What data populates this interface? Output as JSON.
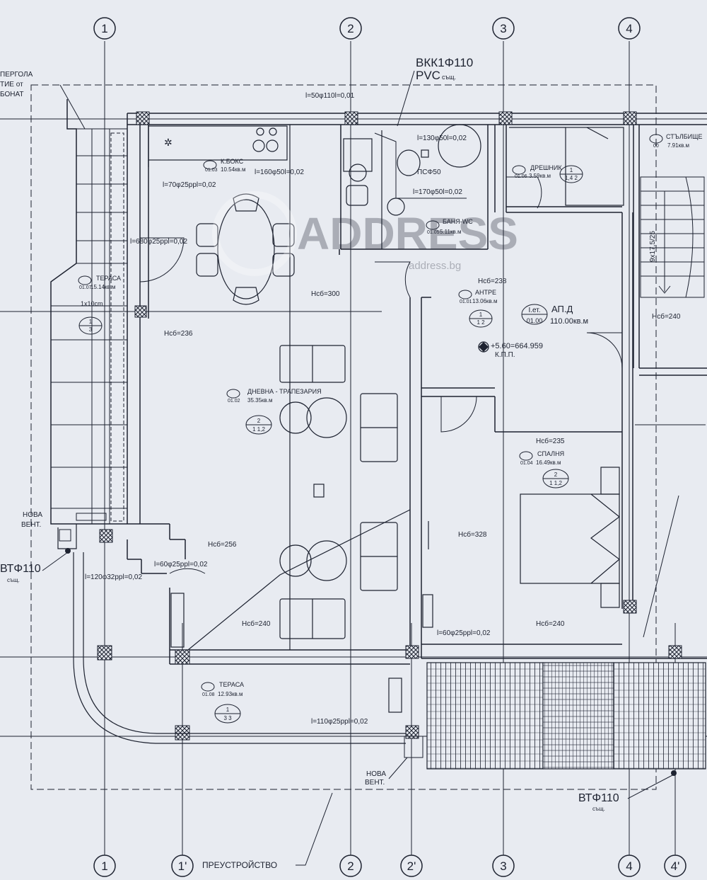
{
  "grid_axes": {
    "top": [
      "1",
      "2",
      "3",
      "4"
    ],
    "bottom": [
      "1",
      "1'",
      "2",
      "2'",
      "3",
      "4",
      "4'"
    ]
  },
  "pipes": {
    "main_riser": "ВКК1Φ110",
    "main_riser_material": "PVC",
    "main_riser_suffix": "същ.",
    "left_riser": "ВТΦ110",
    "left_riser_suffix": "същ.",
    "right_riser": "ВТΦ110",
    "right_riser_suffix": "същ.",
    "slopes": [
      "l=50φ110l=0,01",
      "l=130φ50l=0,02",
      "l=160φ50l=0,02",
      "l=170φ50l=0,02",
      "l=70φ25ppl=0,02",
      "l=680φ25ppl=0,02",
      "l=60φ25ppl=0,02",
      "l=120φ32ppl=0,02",
      "l=60φ25ppl=0,02",
      "l=110φ25ppl=0,02"
    ],
    "drain_label": "ПСΦ50"
  },
  "rooms": [
    {
      "name": "К.БОКС",
      "code": "01.03",
      "area": "10.54кв.м"
    },
    {
      "name": "ДРЕШНИК",
      "code": "01.06",
      "area": "3.59кв.м",
      "ref_top": "1",
      "ref_bottom": "1,4 2"
    },
    {
      "name": "БАНЯ-WC",
      "code": "01.05",
      "area": "5.11кв.м"
    },
    {
      "name": "АНТРЕ",
      "code": "01.01",
      "area": "13.06кв.м",
      "ref_top": "1",
      "ref_bottom": "1 2"
    },
    {
      "name": "ТЕРАСА",
      "code": "01.07",
      "area": "15.14кв.м",
      "ref_top": "1",
      "ref_bottom": "3"
    },
    {
      "name": "ДНЕВНА - ТРАПЕЗАРИЯ",
      "code": "01.02",
      "area": "35.35кв.м",
      "ref_top": "2",
      "ref_bottom": "1 1,2"
    },
    {
      "name": "СПАЛНЯ",
      "code": "01.04",
      "area": "16.49кв.м",
      "ref_top": "2",
      "ref_bottom": "1 1,2"
    },
    {
      "name": "ТЕРАСА",
      "code": "01.08",
      "area": "12.93кв.м",
      "ref_top": "1",
      "ref_bottom": "3 3"
    },
    {
      "name": "СТЪЛБИЩЕ",
      "code": "00",
      "area": "7.91кв.м"
    }
  ],
  "apartment": {
    "floor": "I.ет.",
    "code": "01.00",
    "name": "АП.Д",
    "area": "110.00кв.м"
  },
  "heights": [
    "Нсб=238",
    "Нсб=300",
    "Нсб=236",
    "Нсб=256",
    "Нсб=240",
    "Нсб=235",
    "Нсб=328",
    "Нсб=240",
    "Нсб=240"
  ],
  "level": {
    "value": "+5.60=664.959",
    "label": "К.П.П."
  },
  "notes": {
    "pergola_lines": [
      "ПЕРГОЛА",
      "ТИЕ от",
      "БОНАТ"
    ],
    "tile_size": "1x10cm",
    "nova_vent_left": [
      "НОВА",
      "ВЕНТ."
    ],
    "nova_vent_right": [
      "НОВА",
      "ВЕНТ."
    ],
    "stairs": "9x17,5/25",
    "rebuild": "ПРЕУСТРОЙСТВО",
    "watermark": "ADDRESS",
    "watermark_url": "address.bg"
  },
  "colors": {
    "background": "#e8ebf1",
    "ink": "#1d2230"
  }
}
